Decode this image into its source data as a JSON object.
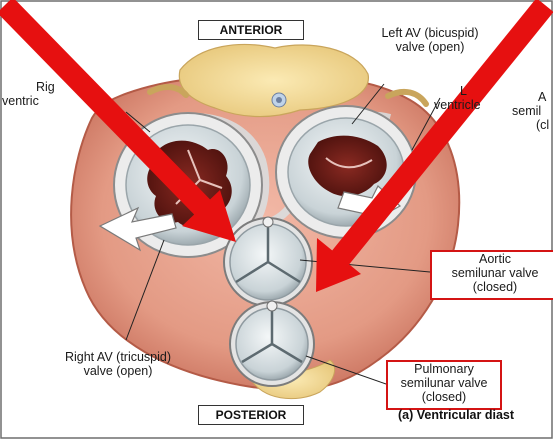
{
  "orientation": {
    "anterior": "ANTERIOR",
    "posterior": "POSTERIOR"
  },
  "labels": {
    "left_av_valve": [
      "Left AV (bicuspid)",
      "valve (open)"
    ],
    "right_ventricle_partial": [
      "Rig",
      "ventric"
    ],
    "left_ventricle_partial": [
      "L",
      "ventricle"
    ],
    "aortic_top_right_partial": [
      "A",
      "semil",
      "(cl"
    ],
    "right_av_valve": [
      "Right AV (tricuspid)",
      "valve (open)"
    ]
  },
  "boxed_labels": {
    "aortic_semilunar": [
      "Aortic",
      "semilunar valve",
      "(closed)"
    ],
    "pulmonary_semilunar": [
      "Pulmonary",
      "semilunar valve",
      "(closed)"
    ]
  },
  "caption": "(a) Ventricular diast",
  "colors": {
    "arrow": "#e61010",
    "label_box_border": "#d41414"
  }
}
